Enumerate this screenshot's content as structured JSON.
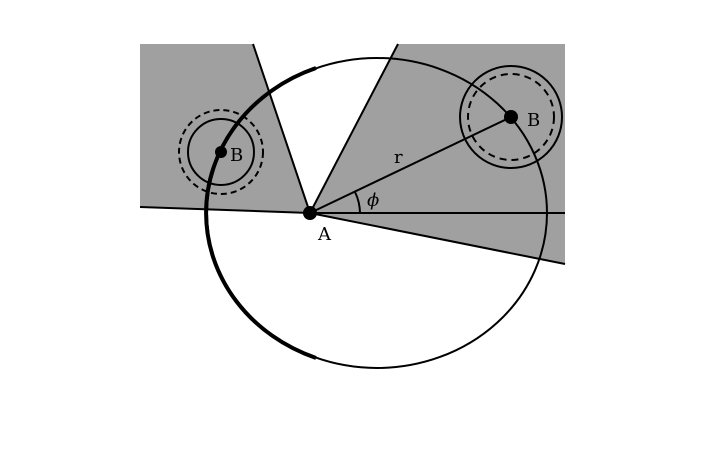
{
  "labels": {
    "point_a": "A",
    "point_b_left": "B",
    "point_b_right": "B",
    "radius": "r",
    "angle": "ϕ"
  },
  "colors": {
    "shaded_region": "#a0a0a0",
    "stroke": "#000000",
    "background": "#ffffff"
  }
}
